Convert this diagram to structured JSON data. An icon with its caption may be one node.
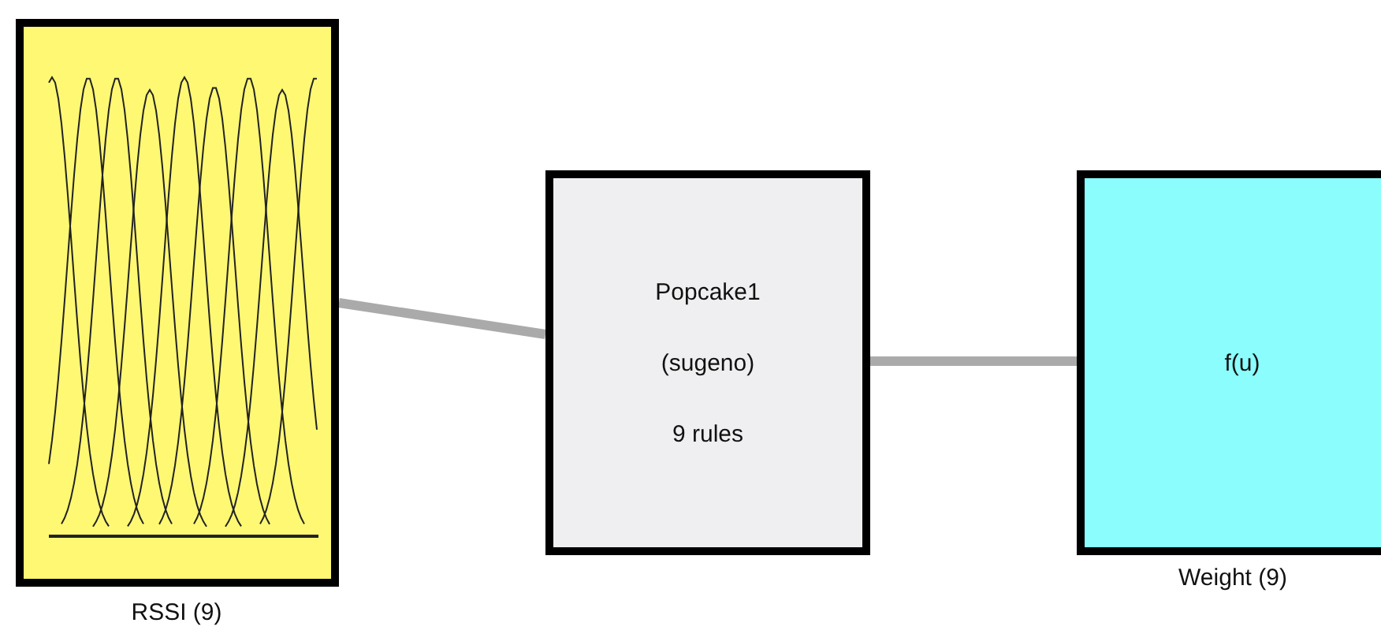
{
  "diagram": {
    "nodes": [
      {
        "text": [],
        "shape": "box",
        "beside": [
          "RSSI (9)"
        ]
      },
      {
        "text": [
          "Popcake1",
          "(sugeno)",
          "9 rules"
        ]
      },
      {
        "text": [
          "f(u)"
        ],
        "beside": [
          "Weight (9)"
        ]
      }
    ],
    "edges": [
      {
        "from": 0,
        "to": 1,
        "arrow": "none"
      },
      {
        "from": 1,
        "to": 2,
        "arrow": "none"
      }
    ]
  }
}
